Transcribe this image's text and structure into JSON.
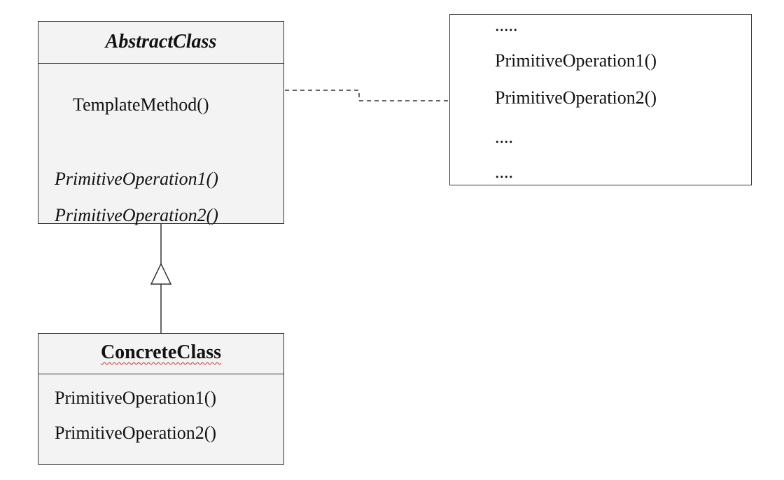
{
  "abstract_class": {
    "name": "AbstractClass",
    "template_method": "TemplateMethod()",
    "operation_1": "PrimitiveOperation1()",
    "operation_2": "PrimitiveOperation2()"
  },
  "concrete_class": {
    "name": "ConcreteClass",
    "operation_1": "PrimitiveOperation1()",
    "operation_2": "PrimitiveOperation2()"
  },
  "note": {
    "line_1": ".....",
    "line_2": "PrimitiveOperation1()",
    "line_3": "PrimitiveOperation2()",
    "line_4": "....",
    "line_5": "...."
  },
  "colors": {
    "box_fill": "#f3f3f3",
    "line": "#333333",
    "spellcheck_underline": "#d03030"
  }
}
